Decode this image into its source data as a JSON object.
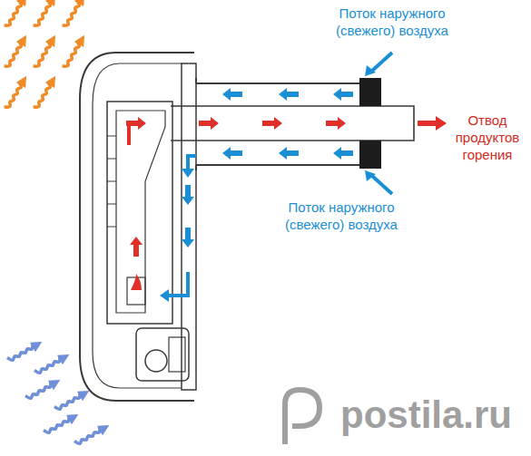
{
  "diagram": {
    "labels": [
      "Поток наружного (свежего) воздуха",
      "Отвод продуктов горения",
      "Поток наружного (свежего) воздуха",
      "postila.ru"
    ]
  }
}
